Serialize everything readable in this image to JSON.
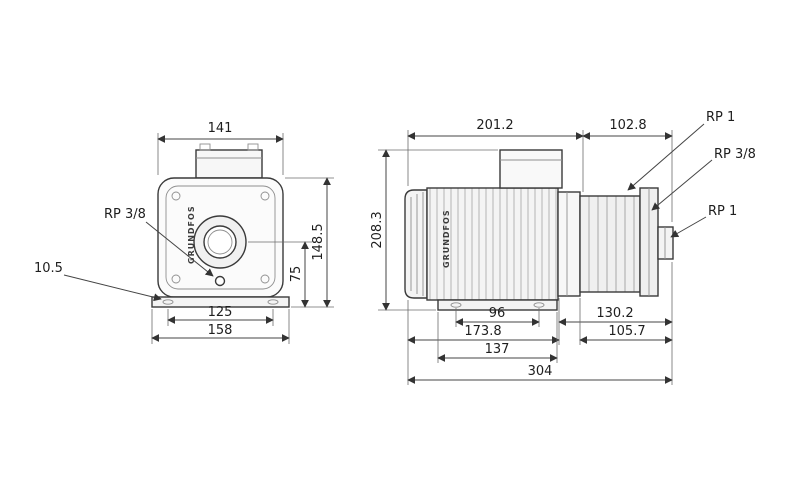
{
  "brand": "GRUNDFOS",
  "front_view": {
    "dim_body_width": "141",
    "drain_port_label": "RP 3/8",
    "dim_base_hole": "10.5",
    "dim_foot_hole_spacing": "125",
    "dim_base_width": "158",
    "dim_port_center_height": "75",
    "dim_total_height": "148.5"
  },
  "side_view": {
    "dim_motor_length": "201.2",
    "dim_pump_head_length": "102.8",
    "dim_total_height": "208.3",
    "inlet_port_label": "RP 1",
    "plug_port_label": "RP 3/8",
    "outlet_port_label": "RP 1",
    "dim_foot_hole_spacing": "96",
    "dim_stack_to_end": "130.2",
    "dim_motor_to_flange": "173.8",
    "dim_head_to_end": "105.7",
    "dim_foot_length": "137",
    "dim_total_length": "304"
  }
}
